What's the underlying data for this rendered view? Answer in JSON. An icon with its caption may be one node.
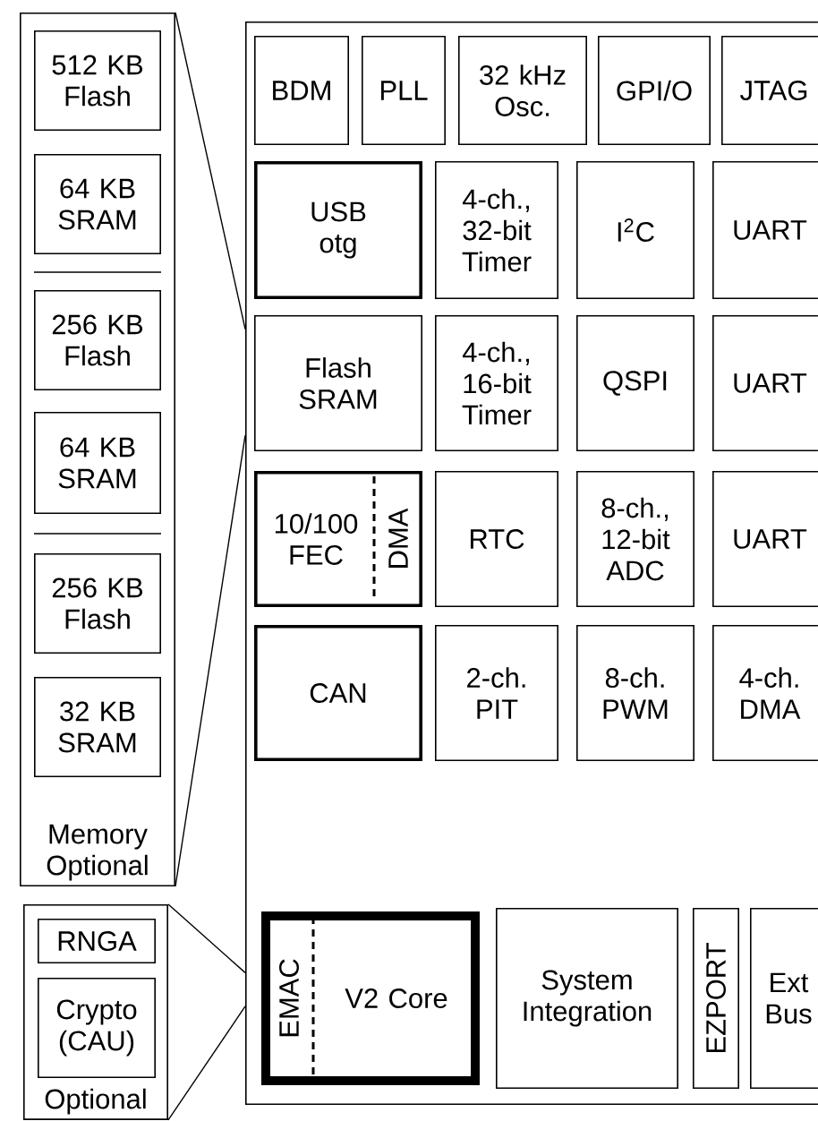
{
  "diagram": {
    "nodes": [
      {
        "text": [
          "Memory Optional"
        ]
      },
      {
        "text": [
          "512 KB Flash"
        ],
        "in": 0
      },
      {
        "text": [
          "64 KB SRAM"
        ],
        "in": 0
      },
      {
        "text": [
          "256 KB Flash"
        ],
        "in": 0
      },
      {
        "text": [
          "64 KB SRAM"
        ],
        "in": 0
      },
      {
        "text": [
          "256 KB Flash"
        ],
        "in": 0
      },
      {
        "text": [
          "32 KB SRAM"
        ],
        "in": 0
      },
      {
        "text": [
          "Optional"
        ]
      },
      {
        "text": [
          "RNGA"
        ],
        "in": 7
      },
      {
        "text": [
          "Crypto (CAU)"
        ],
        "in": 7
      },
      {
        "text": [],
        "shape": "box"
      },
      {
        "text": [
          "BDM"
        ],
        "in": 10
      },
      {
        "text": [
          "PLL"
        ],
        "in": 10
      },
      {
        "text": [
          "32 kHz Osc."
        ],
        "in": 10
      },
      {
        "text": [
          "GPI/O"
        ],
        "in": 10
      },
      {
        "text": [
          "JTAG"
        ],
        "in": 10
      },
      {
        "text": [
          "USB otg"
        ],
        "in": 10
      },
      {
        "text": [
          "4-ch., 32-bit Timer"
        ],
        "in": 10
      },
      {
        "text": [
          "I$^{2}$C"
        ],
        "in": 10
      },
      {
        "text": [
          "UART"
        ],
        "in": 10
      },
      {
        "text": [
          "Flash SRAM"
        ],
        "in": 10
      },
      {
        "text": [
          "4-ch., 16-bit Timer"
        ],
        "in": 10
      },
      {
        "text": [
          "QSPI"
        ],
        "in": 10
      },
      {
        "text": [
          "UART"
        ],
        "in": 10
      },
      {
        "text": [
          "10/100 FEC",
          "DMA"
        ],
        "in": 10
      },
      {
        "text": [
          "RTC"
        ],
        "in": 10
      },
      {
        "text": [
          "8-ch., 12-bit ADC"
        ],
        "in": 10
      },
      {
        "text": [
          "UART"
        ],
        "in": 10
      },
      {
        "text": [
          "CAN"
        ],
        "in": 10
      },
      {
        "text": [
          "2-ch. PIT"
        ],
        "in": 10
      },
      {
        "text": [
          "8-ch. PWM"
        ],
        "in": 10
      },
      {
        "text": [
          "4-ch. DMA"
        ],
        "in": 10
      },
      {
        "text": [
          "EMAC",
          "V2 Core"
        ],
        "in": 10
      },
      {
        "text": [
          "System Integration"
        ],
        "in": 10
      },
      {
        "text": [
          "EZPORT"
        ],
        "in": 10
      },
      {
        "text": [
          "Ext Bus"
        ],
        "in": 10
      }
    ],
    "edges": [
      {
        "from": 0,
        "to": 10,
        "arrow": "none"
      },
      {
        "from": 0,
        "to": 10,
        "arrow": "none"
      },
      {
        "from": 7,
        "to": 10,
        "arrow": "none"
      },
      {
        "from": 7,
        "to": 10,
        "arrow": "none"
      }
    ]
  }
}
